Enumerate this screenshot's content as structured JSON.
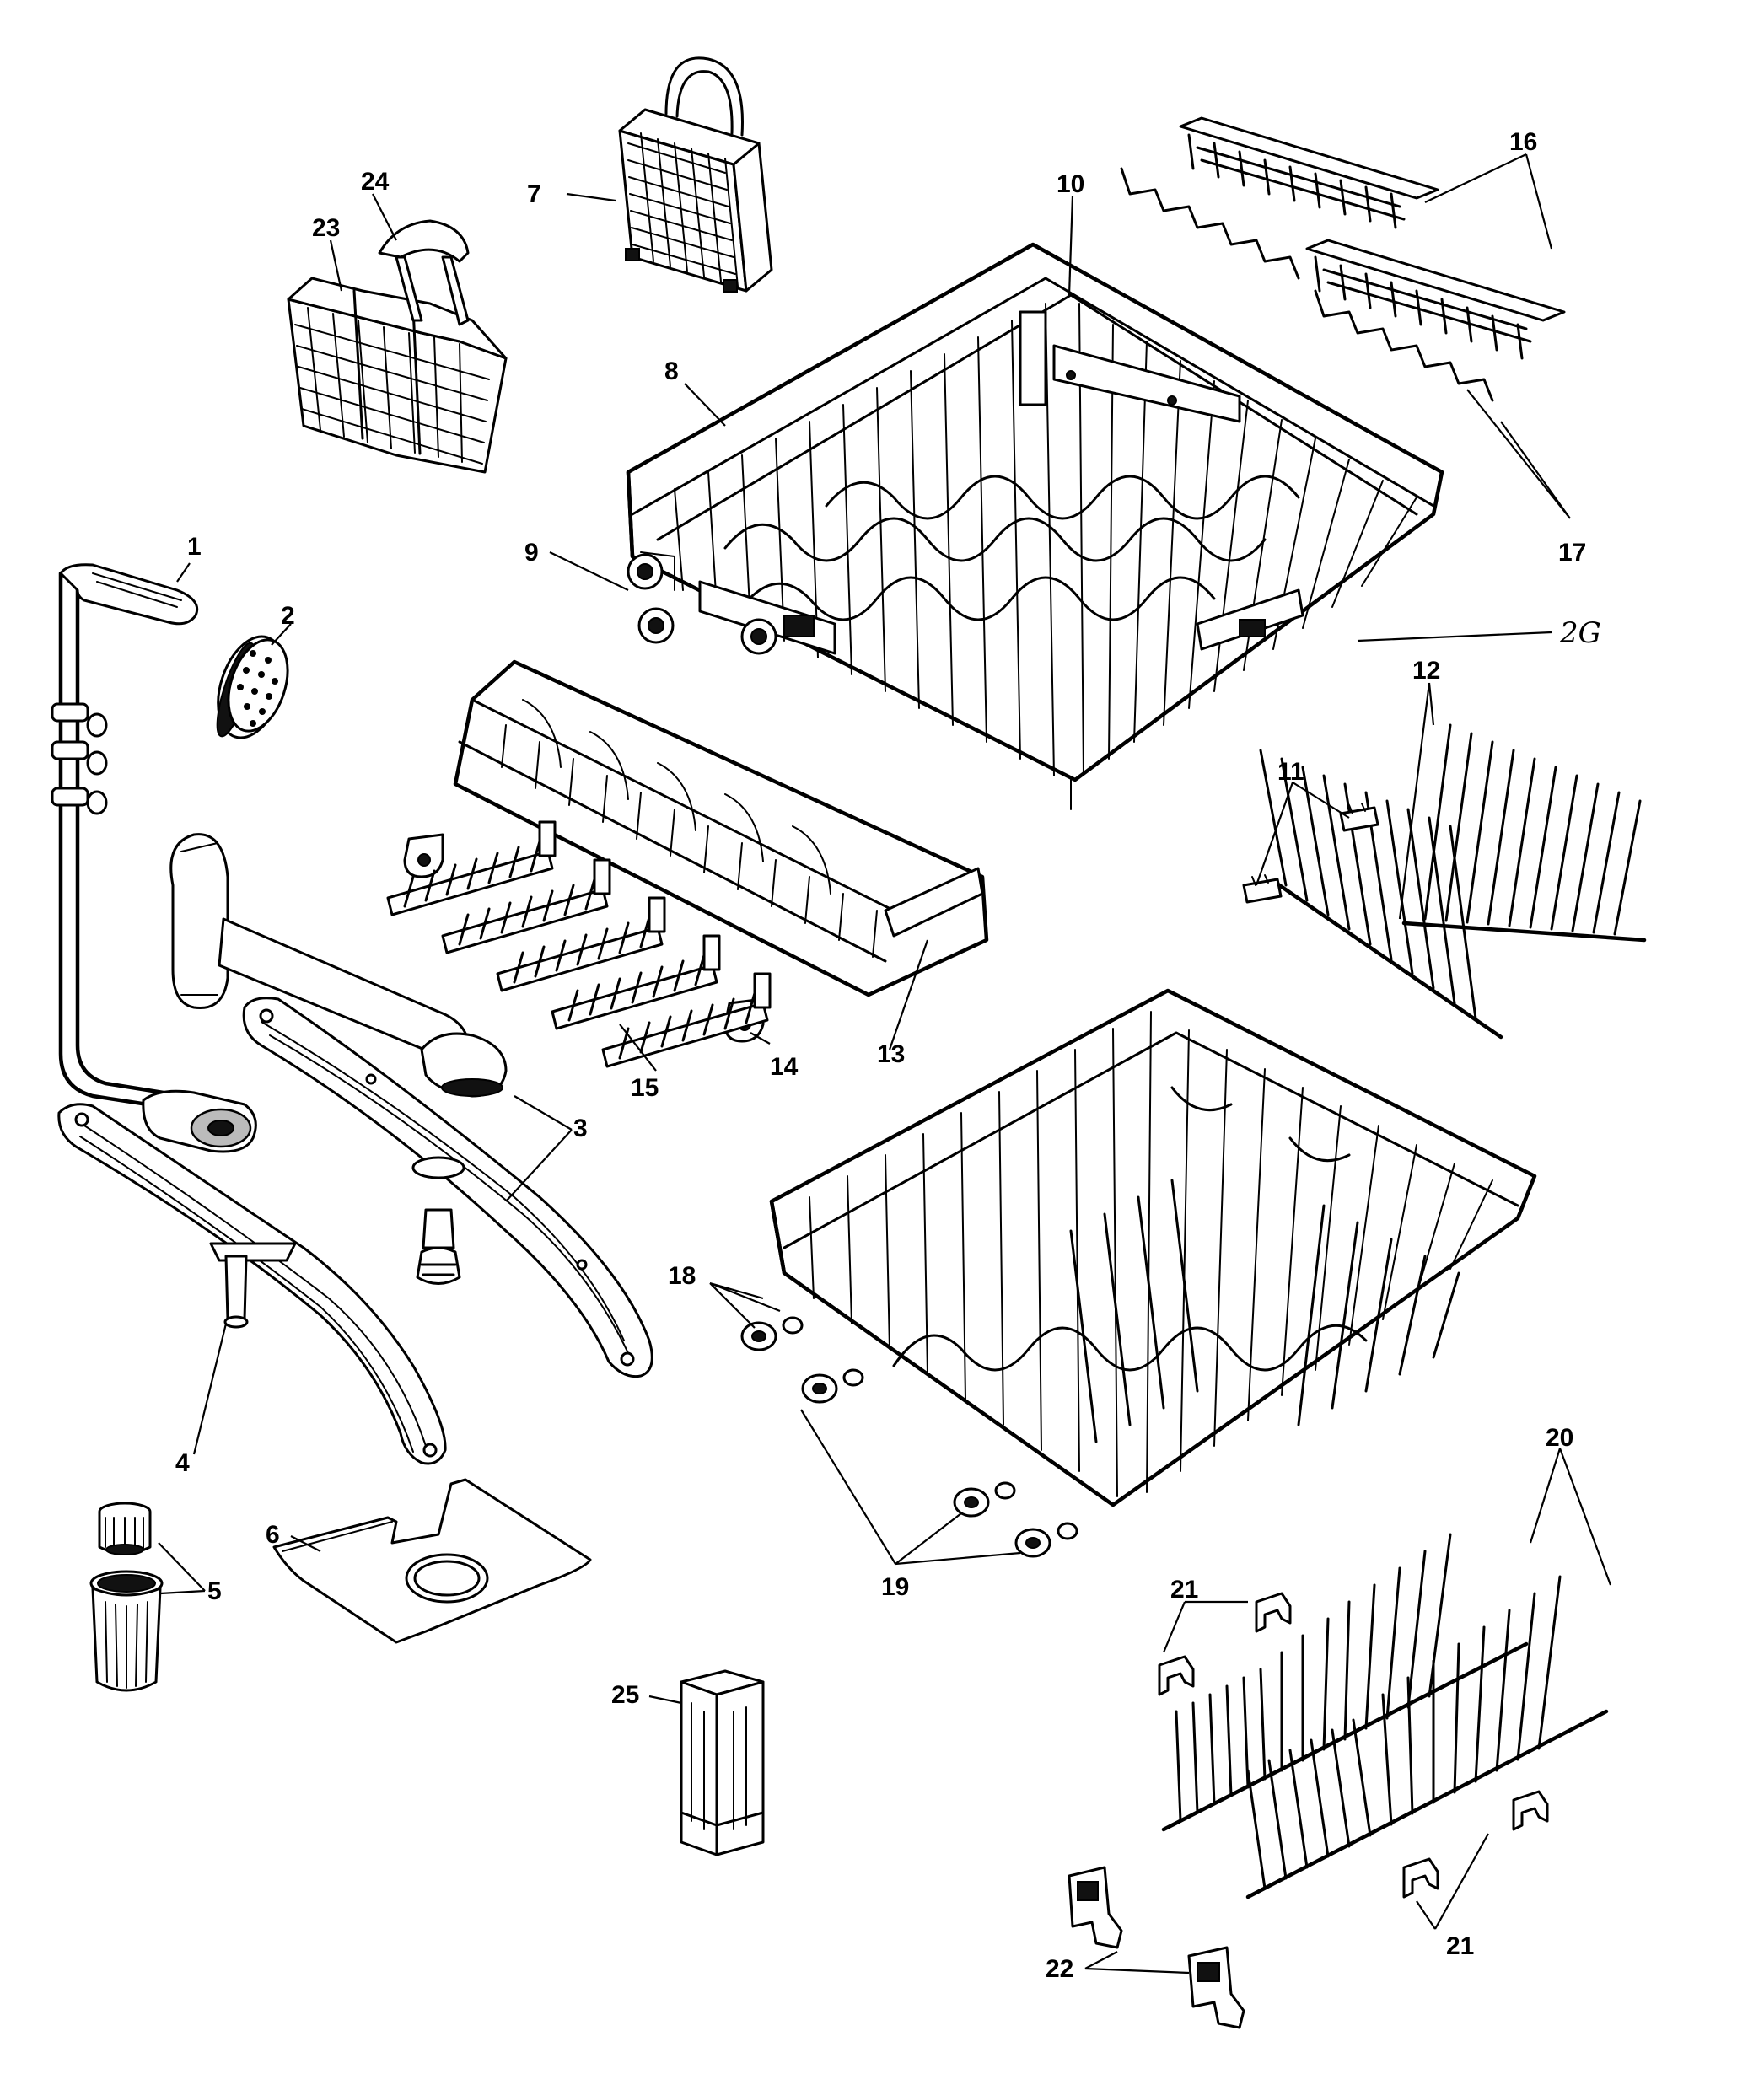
{
  "diagram": {
    "callouts": {
      "c1": "1",
      "c2": "2",
      "c3": "3",
      "c4": "4",
      "c5": "5",
      "c6": "6",
      "c7": "7",
      "c8": "8",
      "c9": "9",
      "c10": "10",
      "c11": "11",
      "c12": "12",
      "c13": "13",
      "c14": "14",
      "c15": "15",
      "c16": "16",
      "c17": "17",
      "c18": "18",
      "c19": "19",
      "c20": "20",
      "c21a": "21",
      "c21b": "21",
      "c22": "22",
      "c23": "23",
      "c24": "24",
      "c25": "25",
      "c26": "2G"
    },
    "icons": [
      "upper-spray-arm-tube",
      "spray-nozzle",
      "lower-spray-arm",
      "filter-cup",
      "filter-plate",
      "silverware-basket",
      "upper-rack",
      "rack-roller",
      "rack-clip",
      "tine-row",
      "cup-shelf",
      "cup-shelf-hinge",
      "folding-tine",
      "cup-tine-insert",
      "lower-rack",
      "lower-rack-roller",
      "tine-clip",
      "handle",
      "basket-lid",
      "tall-item-holder"
    ],
    "colors": {
      "ink": "#000000",
      "paper": "#ffffff"
    }
  }
}
